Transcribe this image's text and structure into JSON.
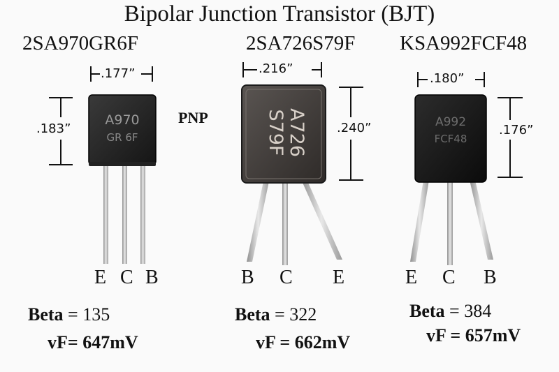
{
  "title": "Bipolar Junction Transistor (BJT)",
  "type_label": "PNP",
  "transistors": [
    {
      "part": "2SA970GR6F",
      "marking_line1": "A970",
      "marking_line2": "GR 6F",
      "width_dim": ".177”",
      "height_dim": ".183”",
      "pins": [
        "E",
        "C",
        "B"
      ],
      "beta_label": "Beta",
      "beta_value": "= 135",
      "vf": "vF= 647mV"
    },
    {
      "part": "2SA726S79F",
      "marking_line1": "A726",
      "marking_line2": "S79F",
      "width_dim": ".216”",
      "height_dim": ".240”",
      "pins": [
        "B",
        "C",
        "E"
      ],
      "beta_label": "Beta",
      "beta_value": "= 322",
      "vf": "vF = 662mV"
    },
    {
      "part": "KSA992FCF48",
      "marking_line1": "A992",
      "marking_line2": "FCF48",
      "width_dim": ".180”",
      "height_dim": ".176”",
      "pins": [
        "E",
        "C",
        "B"
      ],
      "beta_label": "Beta",
      "beta_value": "= 384",
      "vf": "vF = 657mV"
    }
  ]
}
